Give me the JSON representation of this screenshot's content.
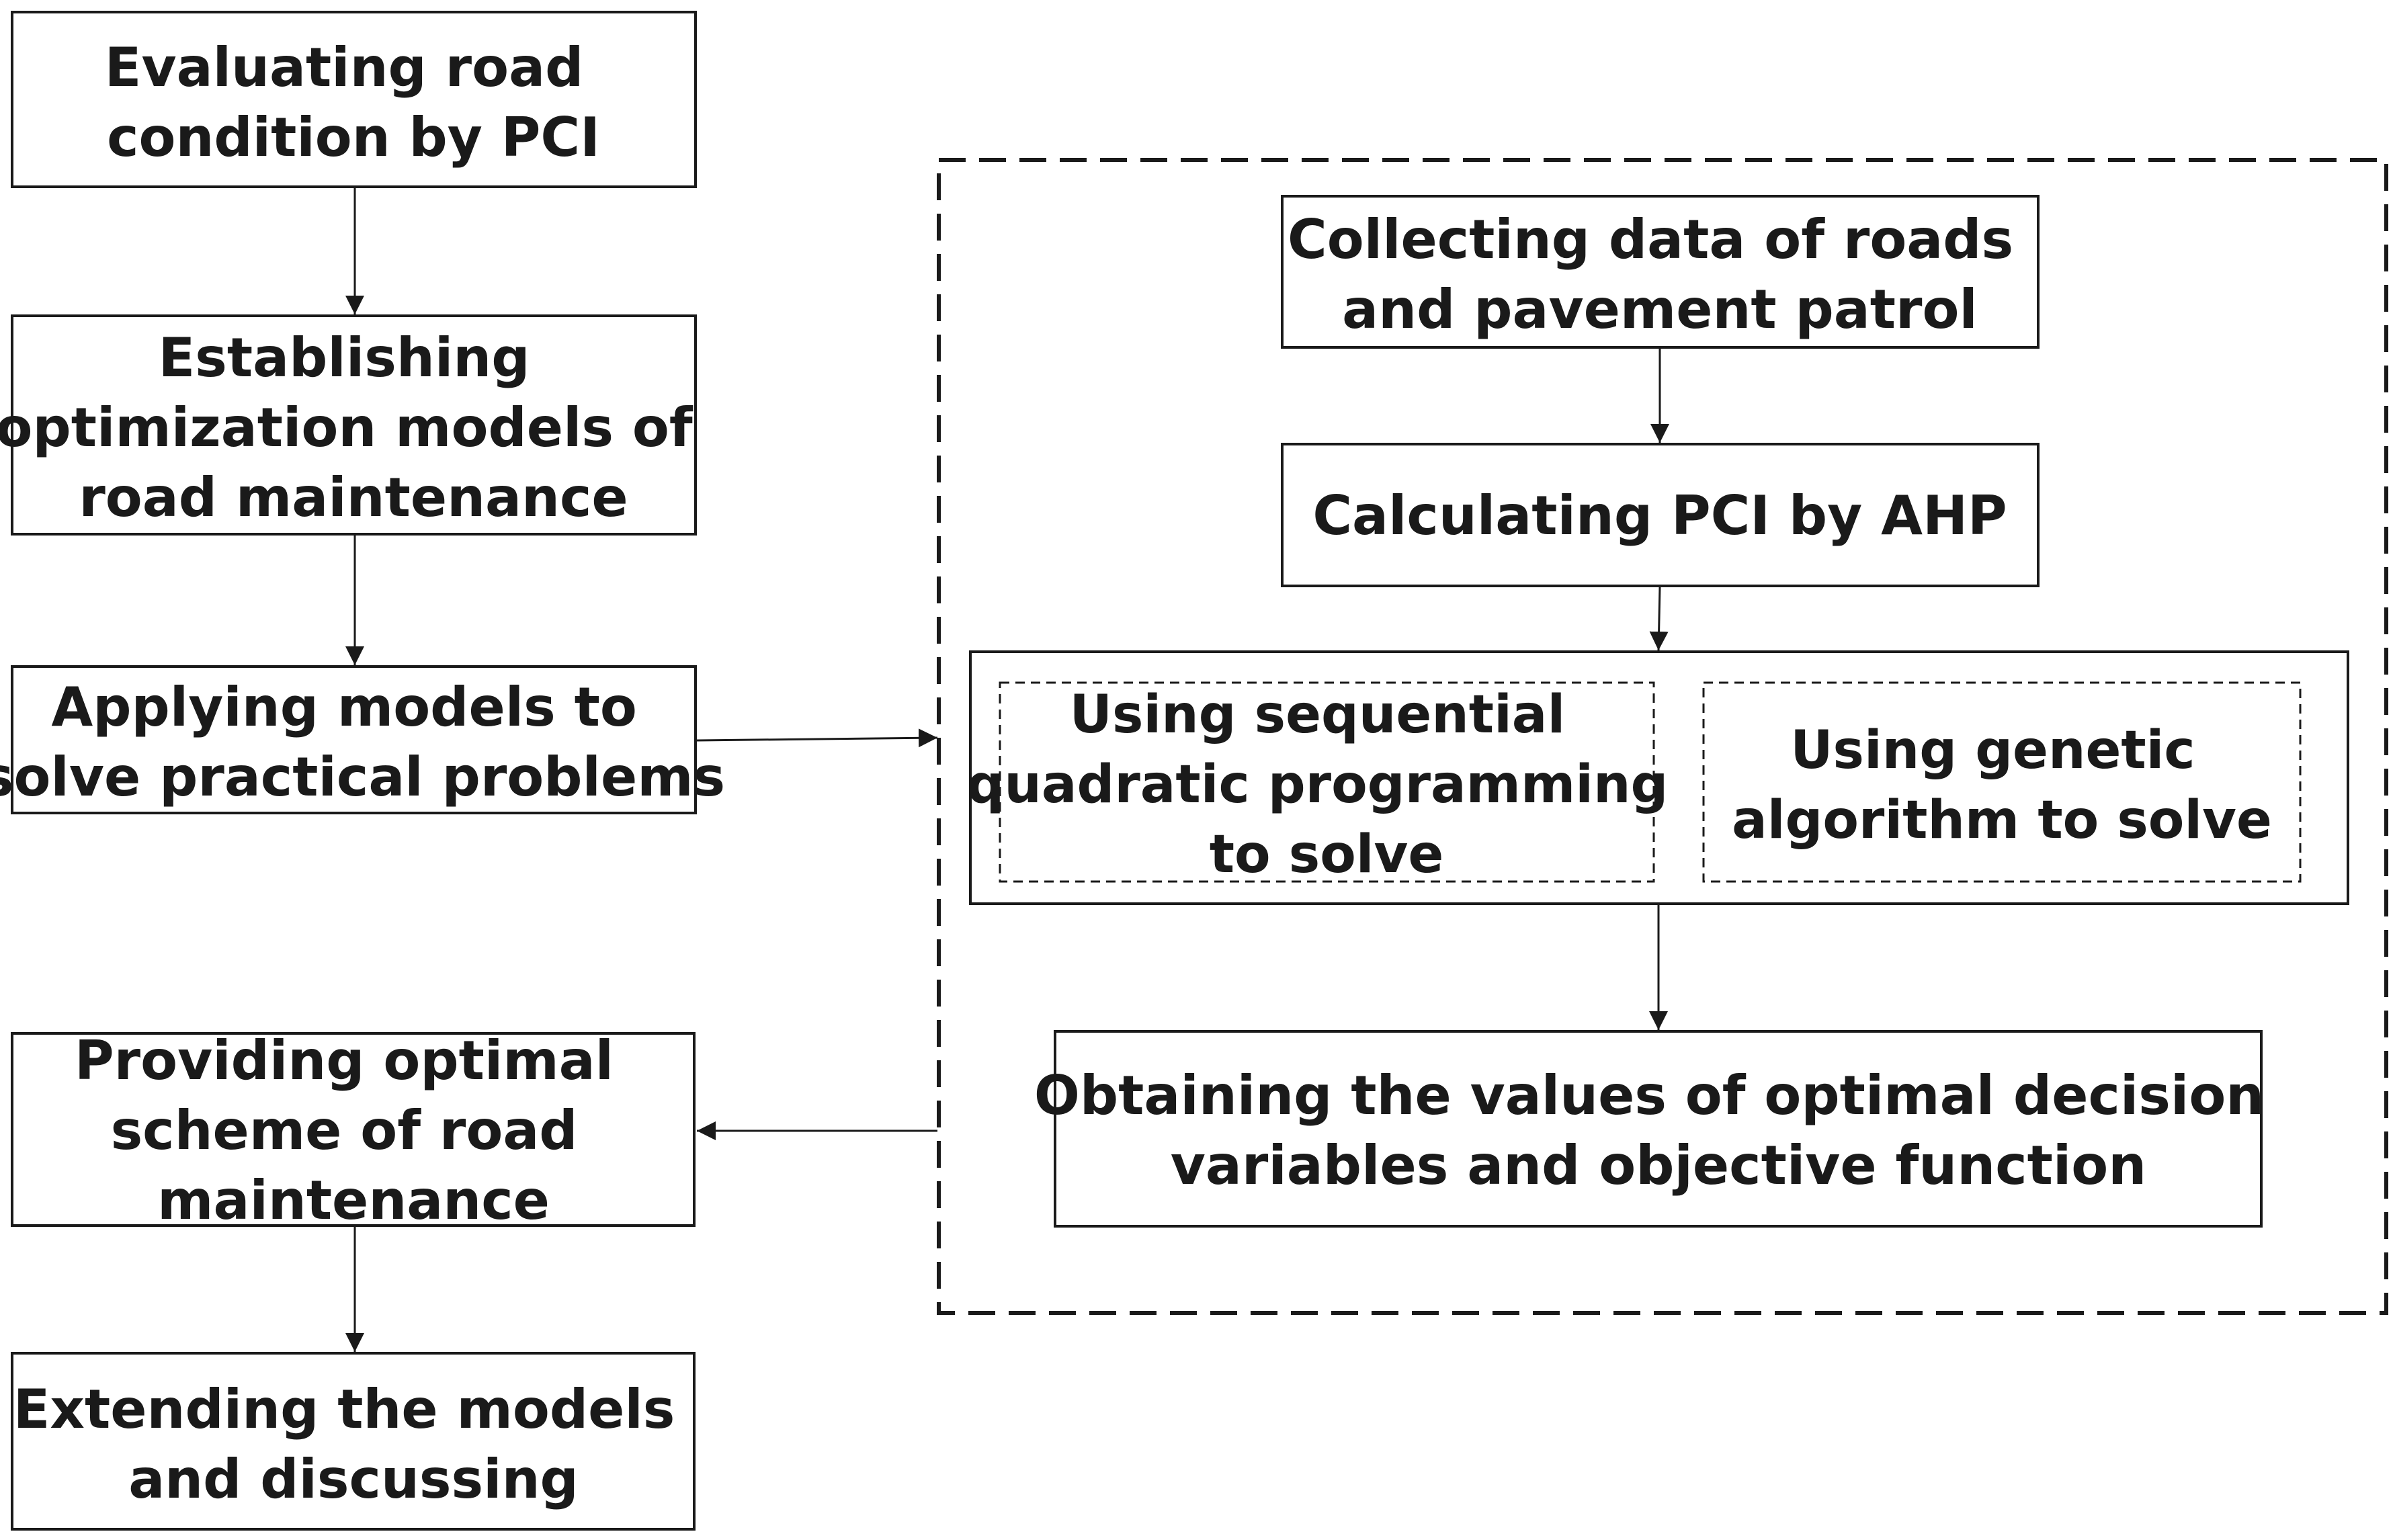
{
  "left_column": {
    "step1": [
      "Evaluating road",
      "condition by PCI"
    ],
    "step2": [
      "Establishing",
      "optimization models of",
      "road maintenance"
    ],
    "step3": [
      "Applying models to",
      "solve practical problems"
    ],
    "step4": [
      "Providing optimal",
      "scheme of road",
      "maintenance"
    ],
    "step5": [
      "Extending the models",
      "and discussing"
    ]
  },
  "right_group": {
    "collect": [
      "Collecting data of roads",
      "and pavement patrol"
    ],
    "calc": [
      "Calculating PCI by AHP"
    ],
    "sqp": [
      "Using sequential",
      "quadratic programming",
      "to solve"
    ],
    "ga": [
      "Using genetic",
      "algorithm to solve"
    ],
    "obtain": [
      "Obtaining the values of optimal decision",
      "variables and objective function"
    ]
  },
  "colors": {
    "stroke": "#1a1a1a",
    "background": "#ffffff"
  }
}
